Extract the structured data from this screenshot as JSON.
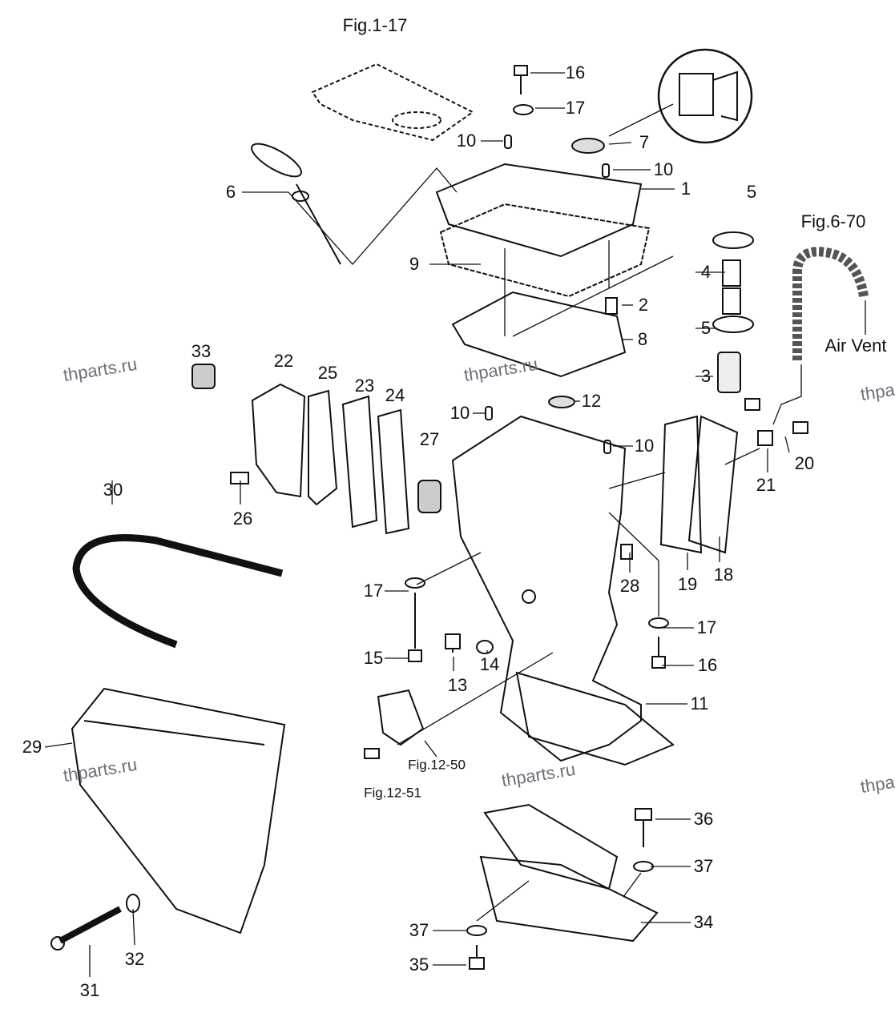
{
  "diagram": {
    "references": {
      "fig_1_17": "Fig.1-17",
      "fig_6_70": "Fig.6-70",
      "air_vent": "Air Vent",
      "fig_12_50": "Fig.12-50",
      "fig_12_51": "Fig.12-51"
    },
    "watermark": "thparts.ru",
    "callouts": [
      "16",
      "17",
      "10",
      "7",
      "10",
      "6",
      "1",
      "5",
      "9",
      "4",
      "2",
      "5",
      "8",
      "33",
      "22",
      "25",
      "23",
      "24",
      "3",
      "12",
      "10",
      "10",
      "27",
      "20",
      "21",
      "26",
      "30",
      "28",
      "19",
      "18",
      "17",
      "17",
      "15",
      "14",
      "16",
      "13",
      "11",
      "29",
      "36",
      "37",
      "34",
      "37",
      "35",
      "32",
      "31"
    ]
  }
}
